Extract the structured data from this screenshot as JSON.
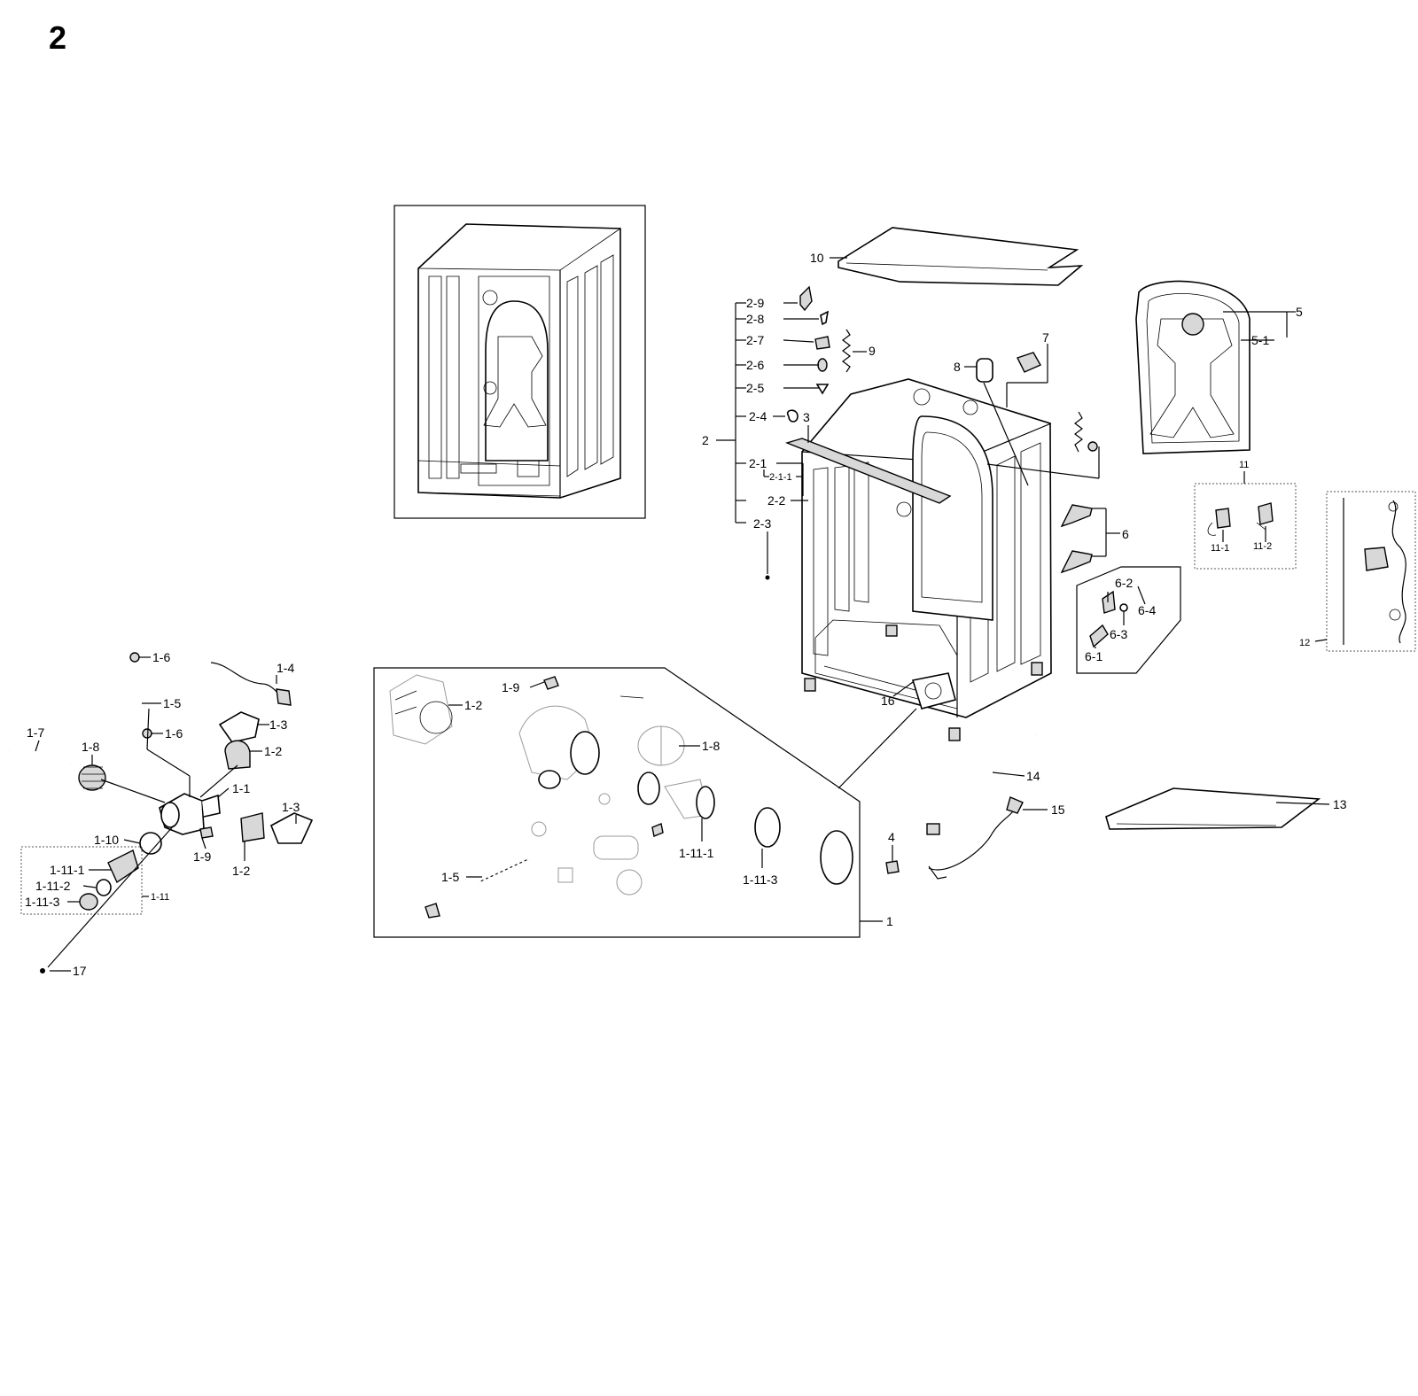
{
  "page": {
    "number": "2"
  },
  "labels": {
    "l10": "10",
    "l2_9": "2-9",
    "l2_8": "2-8",
    "l2_7": "2-7",
    "l9": "9",
    "l2_6": "2-6",
    "l2_5": "2-5",
    "l2_4": "2-4",
    "l3": "3",
    "l2": "2",
    "l2_1": "2-1",
    "l2_1_1": "2-1-1",
    "l2_2": "2-2",
    "l2_3": "2-3",
    "l8": "8",
    "l7": "7",
    "l5": "5",
    "l5_1": "5-1",
    "l6": "6",
    "l6_2": "6-2",
    "l6_4": "6-4",
    "l6_3": "6-3",
    "l6_1": "6-1",
    "l11": "11",
    "l11_1": "11-1",
    "l11_2": "11-2",
    "l12": "12",
    "l16": "16",
    "l14": "14",
    "l15": "15",
    "l13": "13",
    "l4": "4",
    "l1": "1",
    "d1_9": "1-9",
    "d1_2": "1-2",
    "d1_8": "1-8",
    "d1_11_1": "1-11-1",
    "d1_11_3": "1-11-3",
    "d1_5": "1-5",
    "p1_6a": "1-6",
    "p1_4": "1-4",
    "p1_5": "1-5",
    "p1_3a": "1-3",
    "p1_6b": "1-6",
    "p1_2a": "1-2",
    "p1_7": "1-7",
    "p1_8": "1-8",
    "p1_1": "1-1",
    "p1_3b": "1-3",
    "p1_10": "1-10",
    "p1_9": "1-9",
    "p1_2b": "1-2",
    "p1_11_1": "1-11-1",
    "p1_11_2": "1-11-2",
    "p1_11_3": "1-11-3",
    "p1_11": "1-11",
    "p17": "17"
  }
}
